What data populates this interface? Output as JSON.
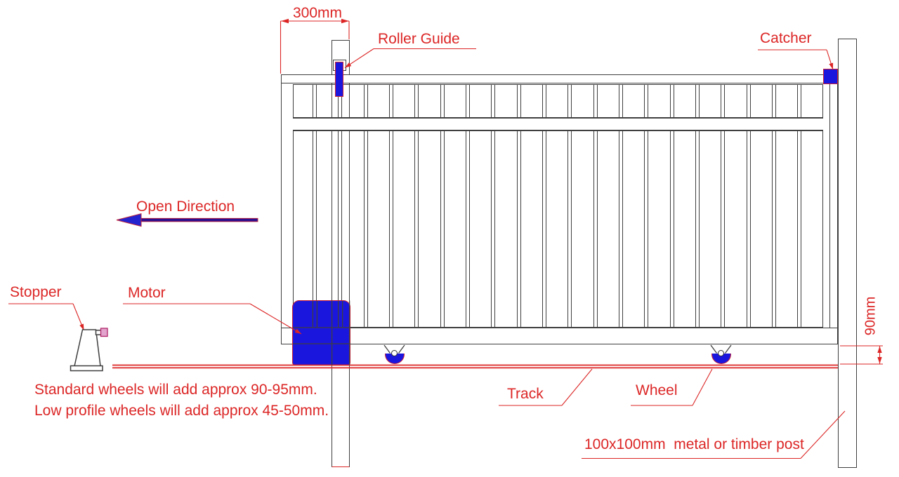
{
  "diagram": {
    "callouts": {
      "dim_300": "300mm",
      "roller_guide": "Roller Guide",
      "catcher": "Catcher",
      "open_direction": "Open Direction",
      "stopper": "Stopper",
      "motor": "Motor",
      "track": "Track",
      "wheel": "Wheel",
      "dim_90": "90mm",
      "post": "100x100mm  metal or timber post"
    },
    "notes": [
      "Standard wheels will add approx 90-95mm.",
      "Low profile wheels will add approx 45-50mm."
    ],
    "gate": {
      "picket_count": 20,
      "picket_rows": 2
    },
    "colors": {
      "annotation_red": "#dc2626",
      "component_blue": "#1b16dd",
      "line_gray": "#3f3f3f",
      "arrow_navy": "#2a0d8f",
      "stopper_pad_pink": "#e2a3cc"
    }
  }
}
